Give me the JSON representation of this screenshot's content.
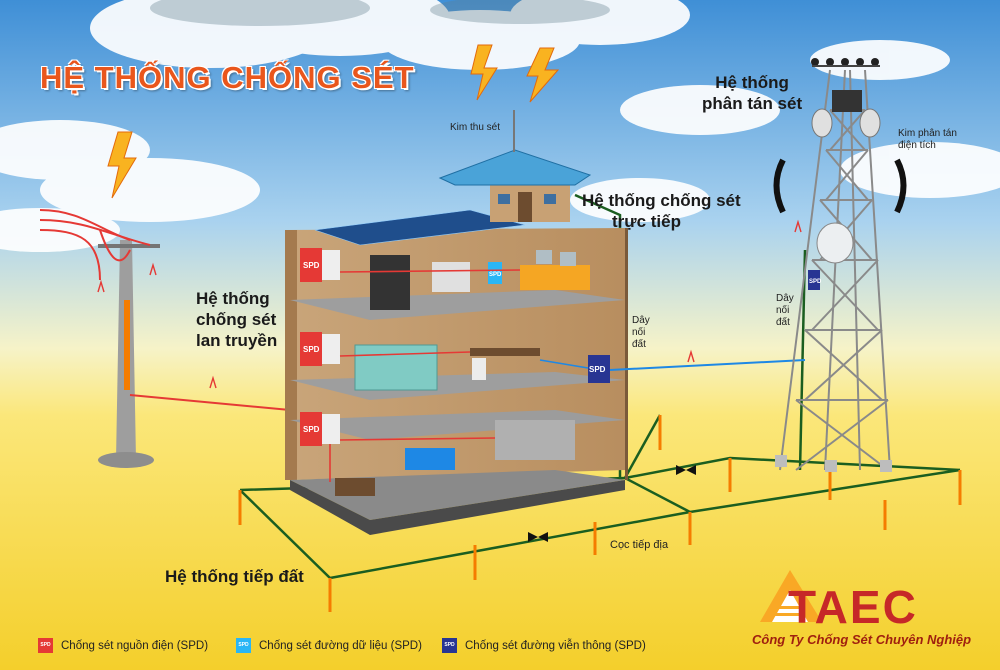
{
  "title": "HỆ THỐNG CHỐNG SÉT",
  "labels": {
    "direct_protection": [
      "Hệ thống chống sét",
      "trực tiếp"
    ],
    "propagation_protection": [
      "Hệ thống",
      "chống sét",
      "lan truyền"
    ],
    "grounding_system": "Hệ thống tiếp đất",
    "dispersion_system": [
      "Hệ thống",
      "phân tán sét"
    ],
    "lightning_rod": "Kim thu sét",
    "charge_dispersion_needle": [
      "Kim phân tán",
      "điện tích"
    ],
    "ground_wire_building": [
      "Dây",
      "nối",
      "đất"
    ],
    "ground_wire_tower": [
      "Dây",
      "nối",
      "đất"
    ],
    "ground_rod": "Cọc tiếp địa"
  },
  "device_tag": "SPD",
  "legend": [
    {
      "label": "Chống sét nguồn điện (SPD)",
      "color": "#e53935",
      "icon": "spd-power-icon"
    },
    {
      "label": "Chống sét đường dữ liệu (SPD)",
      "color": "#29b6f6",
      "icon": "spd-data-icon"
    },
    {
      "label": "Chống sét đường viễn thông (SPD)",
      "color": "#283593",
      "icon": "spd-telecom-icon"
    }
  ],
  "brand": {
    "name": "TAEC",
    "slogan": "Công Ty Chống Sét Chuyên Nghiệp",
    "color": "#c62828"
  },
  "colors": {
    "title": "#e9561c",
    "ground_wire": "#1b5e20",
    "power_line": "#e53935",
    "data_line": "#1e88e5",
    "ground_rod": "#f57c00"
  }
}
